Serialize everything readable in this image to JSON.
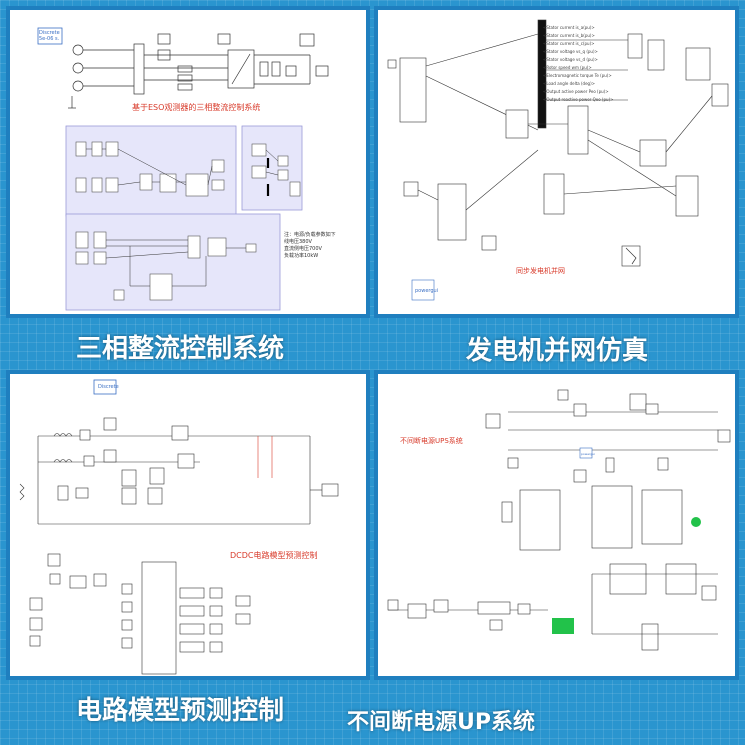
{
  "panels": [
    {
      "id": "rectifier",
      "caption": "三相整流控制系统",
      "model_title": "基于ESO观测器的三相整流控制系统",
      "top_box": "Discrete\n5e-06 s.",
      "note": "注：电源/负载参数如下\n线电压380V\n直流侧电压700V\n负载功率10kW"
    },
    {
      "id": "generator",
      "caption": "发电机并网仿真",
      "model_title": "同步发电机并网",
      "signal_labels": [
        "<Stator current is_a(pu)>",
        "<Stator current is_b(pu)>",
        "<Stator current is_c(pu)>",
        "<Stator voltage vs_q (pu)>",
        "<Stator voltage vs_d (pu)>",
        "<Rotor speed wm (pu)>",
        "<Electromagnetic torque Te (pu)>",
        "<Load angle delta (deg)>",
        "<Output active power Peo (pu)>",
        "<Output reactive power Qeo (pu)>"
      ],
      "badge": "powergui"
    },
    {
      "id": "dcdc",
      "caption": "电路模型预测控制",
      "model_title": "DCDC电路模型预测控制",
      "top_box": "Discrete"
    },
    {
      "id": "ups",
      "caption": "不间断电源UP系统",
      "model_title": "不间断电源UPS系统",
      "top_box": "powergui"
    }
  ],
  "colors": {
    "background": "#2a95cf",
    "panel_border": "#1f7fbf",
    "subsystem_fill": "#e6e6fa",
    "accent_red": "#d83a2a",
    "accent_green": "#22c24a"
  }
}
